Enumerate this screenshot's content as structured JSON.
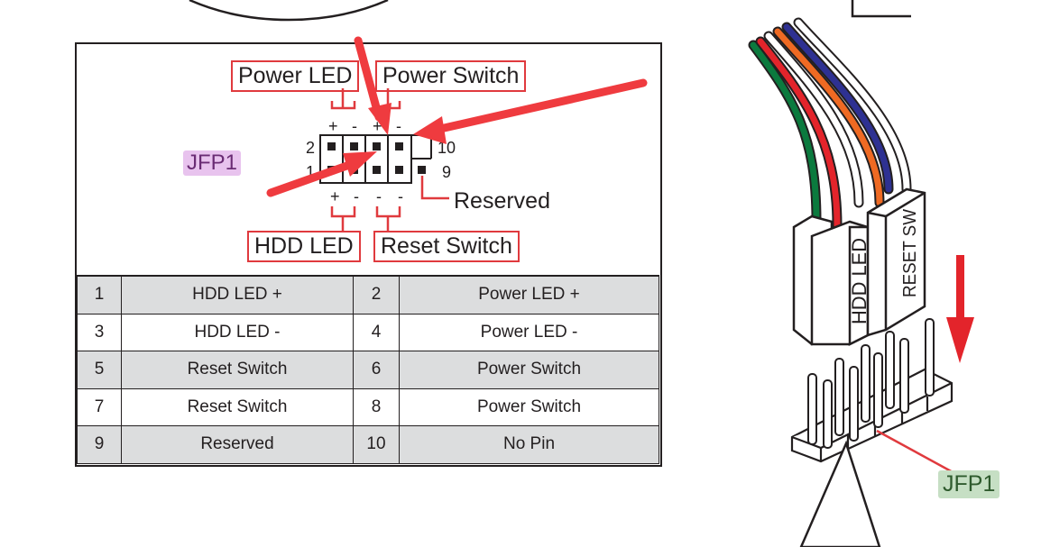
{
  "diagram": {
    "header_labels": {
      "power_led": "Power LED",
      "power_switch": "Power Switch",
      "hdd_led": "HDD LED",
      "reset_switch": "Reset Switch",
      "reserved": "Reserved"
    },
    "connector_name": "JFP1",
    "pin_numbers": {
      "top_left": "2",
      "bottom_left": "1",
      "top_right": "10",
      "bottom_right": "9"
    },
    "polarity": {
      "top": [
        "+",
        "-",
        "+",
        "-"
      ],
      "bottom": [
        "+",
        "-",
        "-",
        "-"
      ]
    },
    "plug_labels": {
      "hdd_led": "HDD LED",
      "reset_sw": "RESET SW"
    },
    "callout_label": "JFP1"
  },
  "pin_table": {
    "rows": [
      {
        "pin_a": "1",
        "desc_a": "HDD LED +",
        "pin_b": "2",
        "desc_b": "Power LED +"
      },
      {
        "pin_a": "3",
        "desc_a": "HDD LED -",
        "pin_b": "4",
        "desc_b": "Power LED -"
      },
      {
        "pin_a": "5",
        "desc_a": "Reset Switch",
        "pin_b": "6",
        "desc_b": "Power Switch"
      },
      {
        "pin_a": "7",
        "desc_a": "Reset Switch",
        "pin_b": "8",
        "desc_b": "Power Switch"
      },
      {
        "pin_a": "9",
        "desc_a": "Reserved",
        "pin_b": "10",
        "desc_b": "No Pin"
      }
    ]
  },
  "colors": {
    "outline": "#231f20",
    "label_border": "#e03a3e",
    "arrow": "#ef3b3f",
    "table_shade": "#dcddde",
    "wire_red": "#e3242b",
    "wire_green": "#0b7a3e",
    "wire_orange": "#ef6a23",
    "wire_blue": "#2e3192"
  }
}
